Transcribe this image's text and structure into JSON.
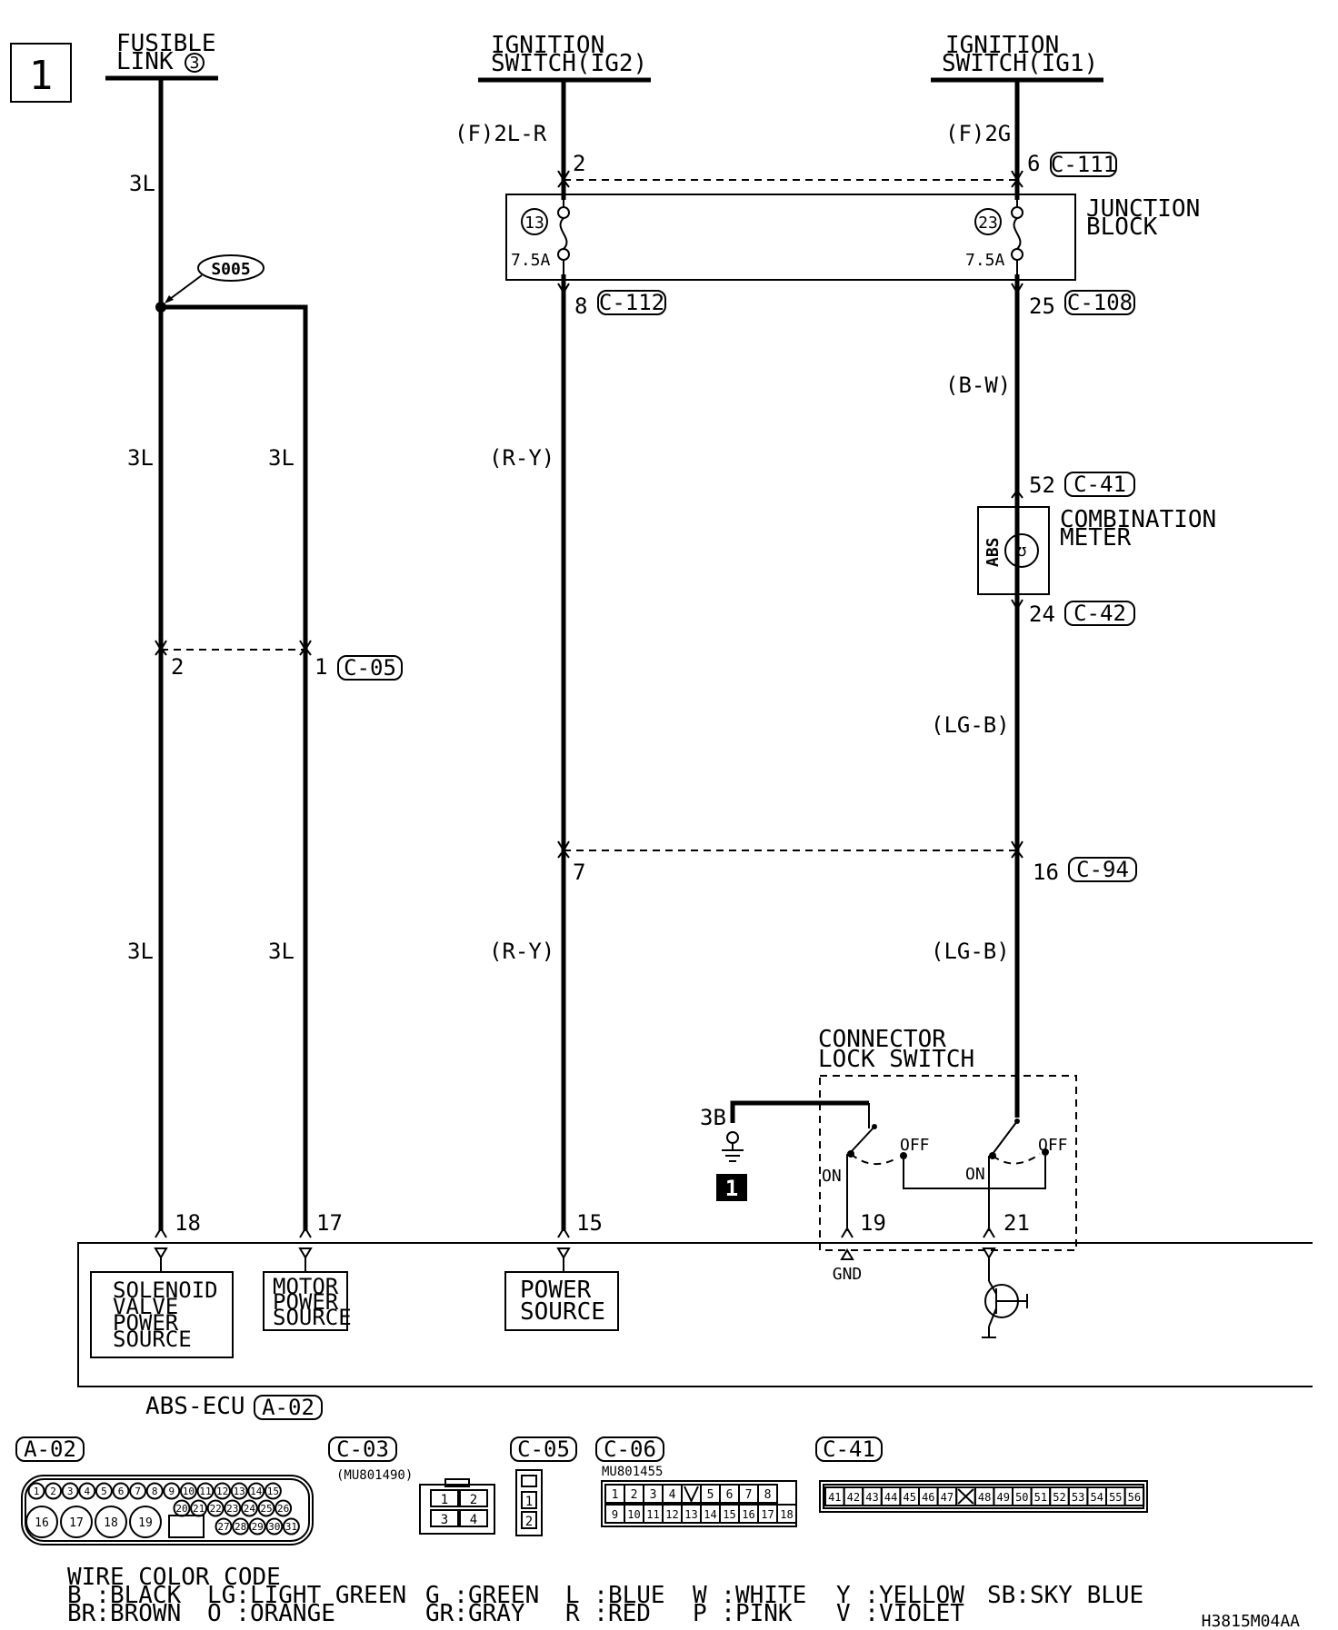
{
  "sheet": {
    "number": "1",
    "drawing_code": "H3815M04AA"
  },
  "sources": {
    "fusible_link": {
      "line1": "FUSIBLE",
      "line2": "LINK",
      "num": "3"
    },
    "ig2": {
      "line1": "IGNITION",
      "line2": "SWITCH(IG2)"
    },
    "ig1": {
      "line1": "IGNITION",
      "line2": "SWITCH(IG1)"
    }
  },
  "wires": {
    "fl_top": "3L",
    "fl_left": "3L",
    "fl_right": "3L",
    "fl_left_low": "3L",
    "fl_right_low": "3L",
    "ig2_top": "(F)2L-R",
    "ig2_mid": "(R-Y)",
    "ig2_low": "(R-Y)",
    "ig1_top": "(F)2G",
    "ig1_bw": "(B-W)",
    "ig1_lgb1": "(LG-B)",
    "ig1_lgb2": "(LG-B)"
  },
  "splice": "S005",
  "pins": {
    "ig2_in": "2",
    "ig1_in": "6",
    "ig2_out": "8",
    "ig1_out": "25",
    "meter_in": "52",
    "meter_out": "24",
    "c05_left": "2",
    "c05_right": "1",
    "c94_left": "7",
    "c94_right": "16",
    "ecu_18": "18",
    "ecu_17": "17",
    "ecu_15": "15",
    "ecu_19": "19",
    "ecu_21": "21"
  },
  "connectors": {
    "c111": "C-111",
    "c112": "C-112",
    "c108": "C-108",
    "c41": "C-41",
    "c42": "C-42",
    "c05": "C-05",
    "c94": "C-94",
    "a02": "A-02"
  },
  "junction_block": {
    "line1": "JUNCTION",
    "line2": "BLOCK",
    "fuse_left_num": "13",
    "fuse_right_num": "23",
    "fuse_left_rating": "7.5A",
    "fuse_right_rating": "7.5A"
  },
  "combination_meter": {
    "line1": "COMBINATION",
    "line2": "METER",
    "lamp_label": "ABS"
  },
  "lock_switch": {
    "line1": "CONNECTOR",
    "line2": "LOCK SWITCH",
    "ground_wire": "3B",
    "ground_marker": "1",
    "on": "ON",
    "off": "OFF",
    "on2": "ON",
    "off2": "OFF"
  },
  "ecu": {
    "name": "ABS-ECU",
    "solenoid": [
      "SOLENOID",
      "VALVE",
      "POWER",
      "SOURCE"
    ],
    "motor": [
      "MOTOR",
      "POWER",
      "SOURCE"
    ],
    "power": [
      "POWER",
      "SOURCE"
    ],
    "gnd": "GND"
  },
  "connector_views": {
    "a02_title": "A-02",
    "a02_row1": [
      "1",
      "2",
      "3",
      "4",
      "5",
      "6",
      "7",
      "8",
      "9",
      "10",
      "11",
      "12",
      "13",
      "14",
      "15"
    ],
    "a02_row2_big": [
      "16",
      "17",
      "18",
      "19"
    ],
    "a02_row2_small": [
      "20",
      "21",
      "22",
      "23",
      "24",
      "25",
      "26"
    ],
    "a02_row3": [
      "27",
      "28",
      "29",
      "30",
      "31"
    ],
    "c03_title": "C-03",
    "c03_part": "(MU801490)",
    "c03_pins": [
      "1",
      "2",
      "3",
      "4"
    ],
    "c05_title": "C-05",
    "c05_pins": [
      "1",
      "2"
    ],
    "c06_title": "C-06",
    "c06_part": "MU801455",
    "c06_row1": [
      "1",
      "2",
      "3",
      "4",
      "",
      "5",
      "6",
      "7",
      "8"
    ],
    "c06_row2": [
      "9",
      "10",
      "11",
      "12",
      "13",
      "14",
      "15",
      "16",
      "17",
      "18"
    ],
    "c41_title": "C-41",
    "c41_pins": [
      "41",
      "42",
      "43",
      "44",
      "45",
      "46",
      "47",
      "",
      "48",
      "49",
      "50",
      "51",
      "52",
      "53",
      "54",
      "55",
      "56"
    ]
  },
  "legend": {
    "title": "WIRE COLOR CODE",
    "row1": [
      "B :BLACK",
      "LG:LIGHT GREEN",
      "G :GREEN",
      "L :BLUE",
      "W :WHITE",
      "Y :YELLOW",
      "SB:SKY BLUE"
    ],
    "row2": [
      "BR:BROWN",
      "O :ORANGE",
      "GR:GRAY",
      "R :RED",
      "P :PINK",
      "V :VIOLET"
    ]
  }
}
